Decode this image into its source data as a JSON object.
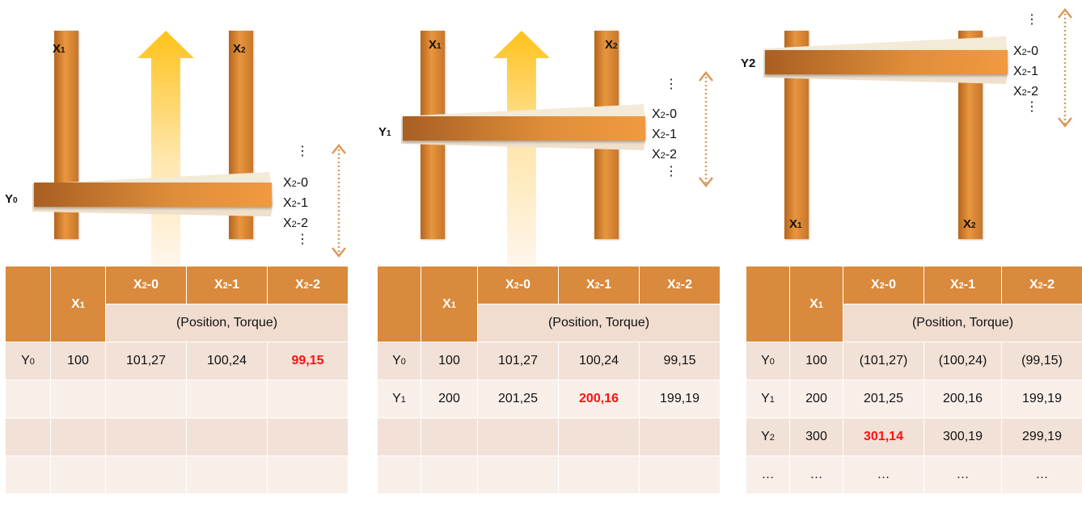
{
  "columns": {
    "x1": "X1",
    "x2_0": "X2-0",
    "x2_1": "X2-1",
    "x2_2": "X2-2",
    "merged": "(Position, Torque)"
  },
  "side_labels": [
    "X2-0",
    "X2-1",
    "X2-2"
  ],
  "colors": {
    "bar": "#e8963f",
    "header": "#d98a3c",
    "row_dark": "#f2e1d7",
    "row_light": "#f9efe9",
    "highlight": "#ff1010",
    "arrow": "#ffc21a"
  },
  "panels": [
    {
      "bar_labels": {
        "x1": "X1",
        "x2": "X2",
        "y": "Y0"
      },
      "rows": [
        [
          "Y0",
          "100",
          "101,27",
          "100,24",
          "99,15"
        ],
        [
          "",
          "",
          "",
          "",
          ""
        ],
        [
          "",
          "",
          "",
          "",
          ""
        ],
        [
          "",
          "",
          "",
          "",
          ""
        ]
      ],
      "highlight": "99,15"
    },
    {
      "bar_labels": {
        "x1": "X1",
        "x2": "X2",
        "y": "Y1"
      },
      "rows": [
        [
          "Y0",
          "100",
          "101,27",
          "100,24",
          "99,15"
        ],
        [
          "Y1",
          "200",
          "201,25",
          "200,16",
          "199,19"
        ],
        [
          "",
          "",
          "",
          "",
          ""
        ],
        [
          "",
          "",
          "",
          "",
          ""
        ]
      ],
      "highlight": "200,16"
    },
    {
      "bar_labels": {
        "x1": "X1",
        "x2": "X2",
        "y": "Y2"
      },
      "rows": [
        [
          "Y0",
          "100",
          "(101,27)",
          "(100,24)",
          "(99,15)"
        ],
        [
          "Y1",
          "200",
          "201,25",
          "200,16",
          "199,19"
        ],
        [
          "Y2",
          "300",
          "301,14",
          "300,19",
          "299,19"
        ],
        [
          "…",
          "…",
          "…",
          "…",
          "…"
        ]
      ],
      "highlight": "301,14"
    }
  ]
}
